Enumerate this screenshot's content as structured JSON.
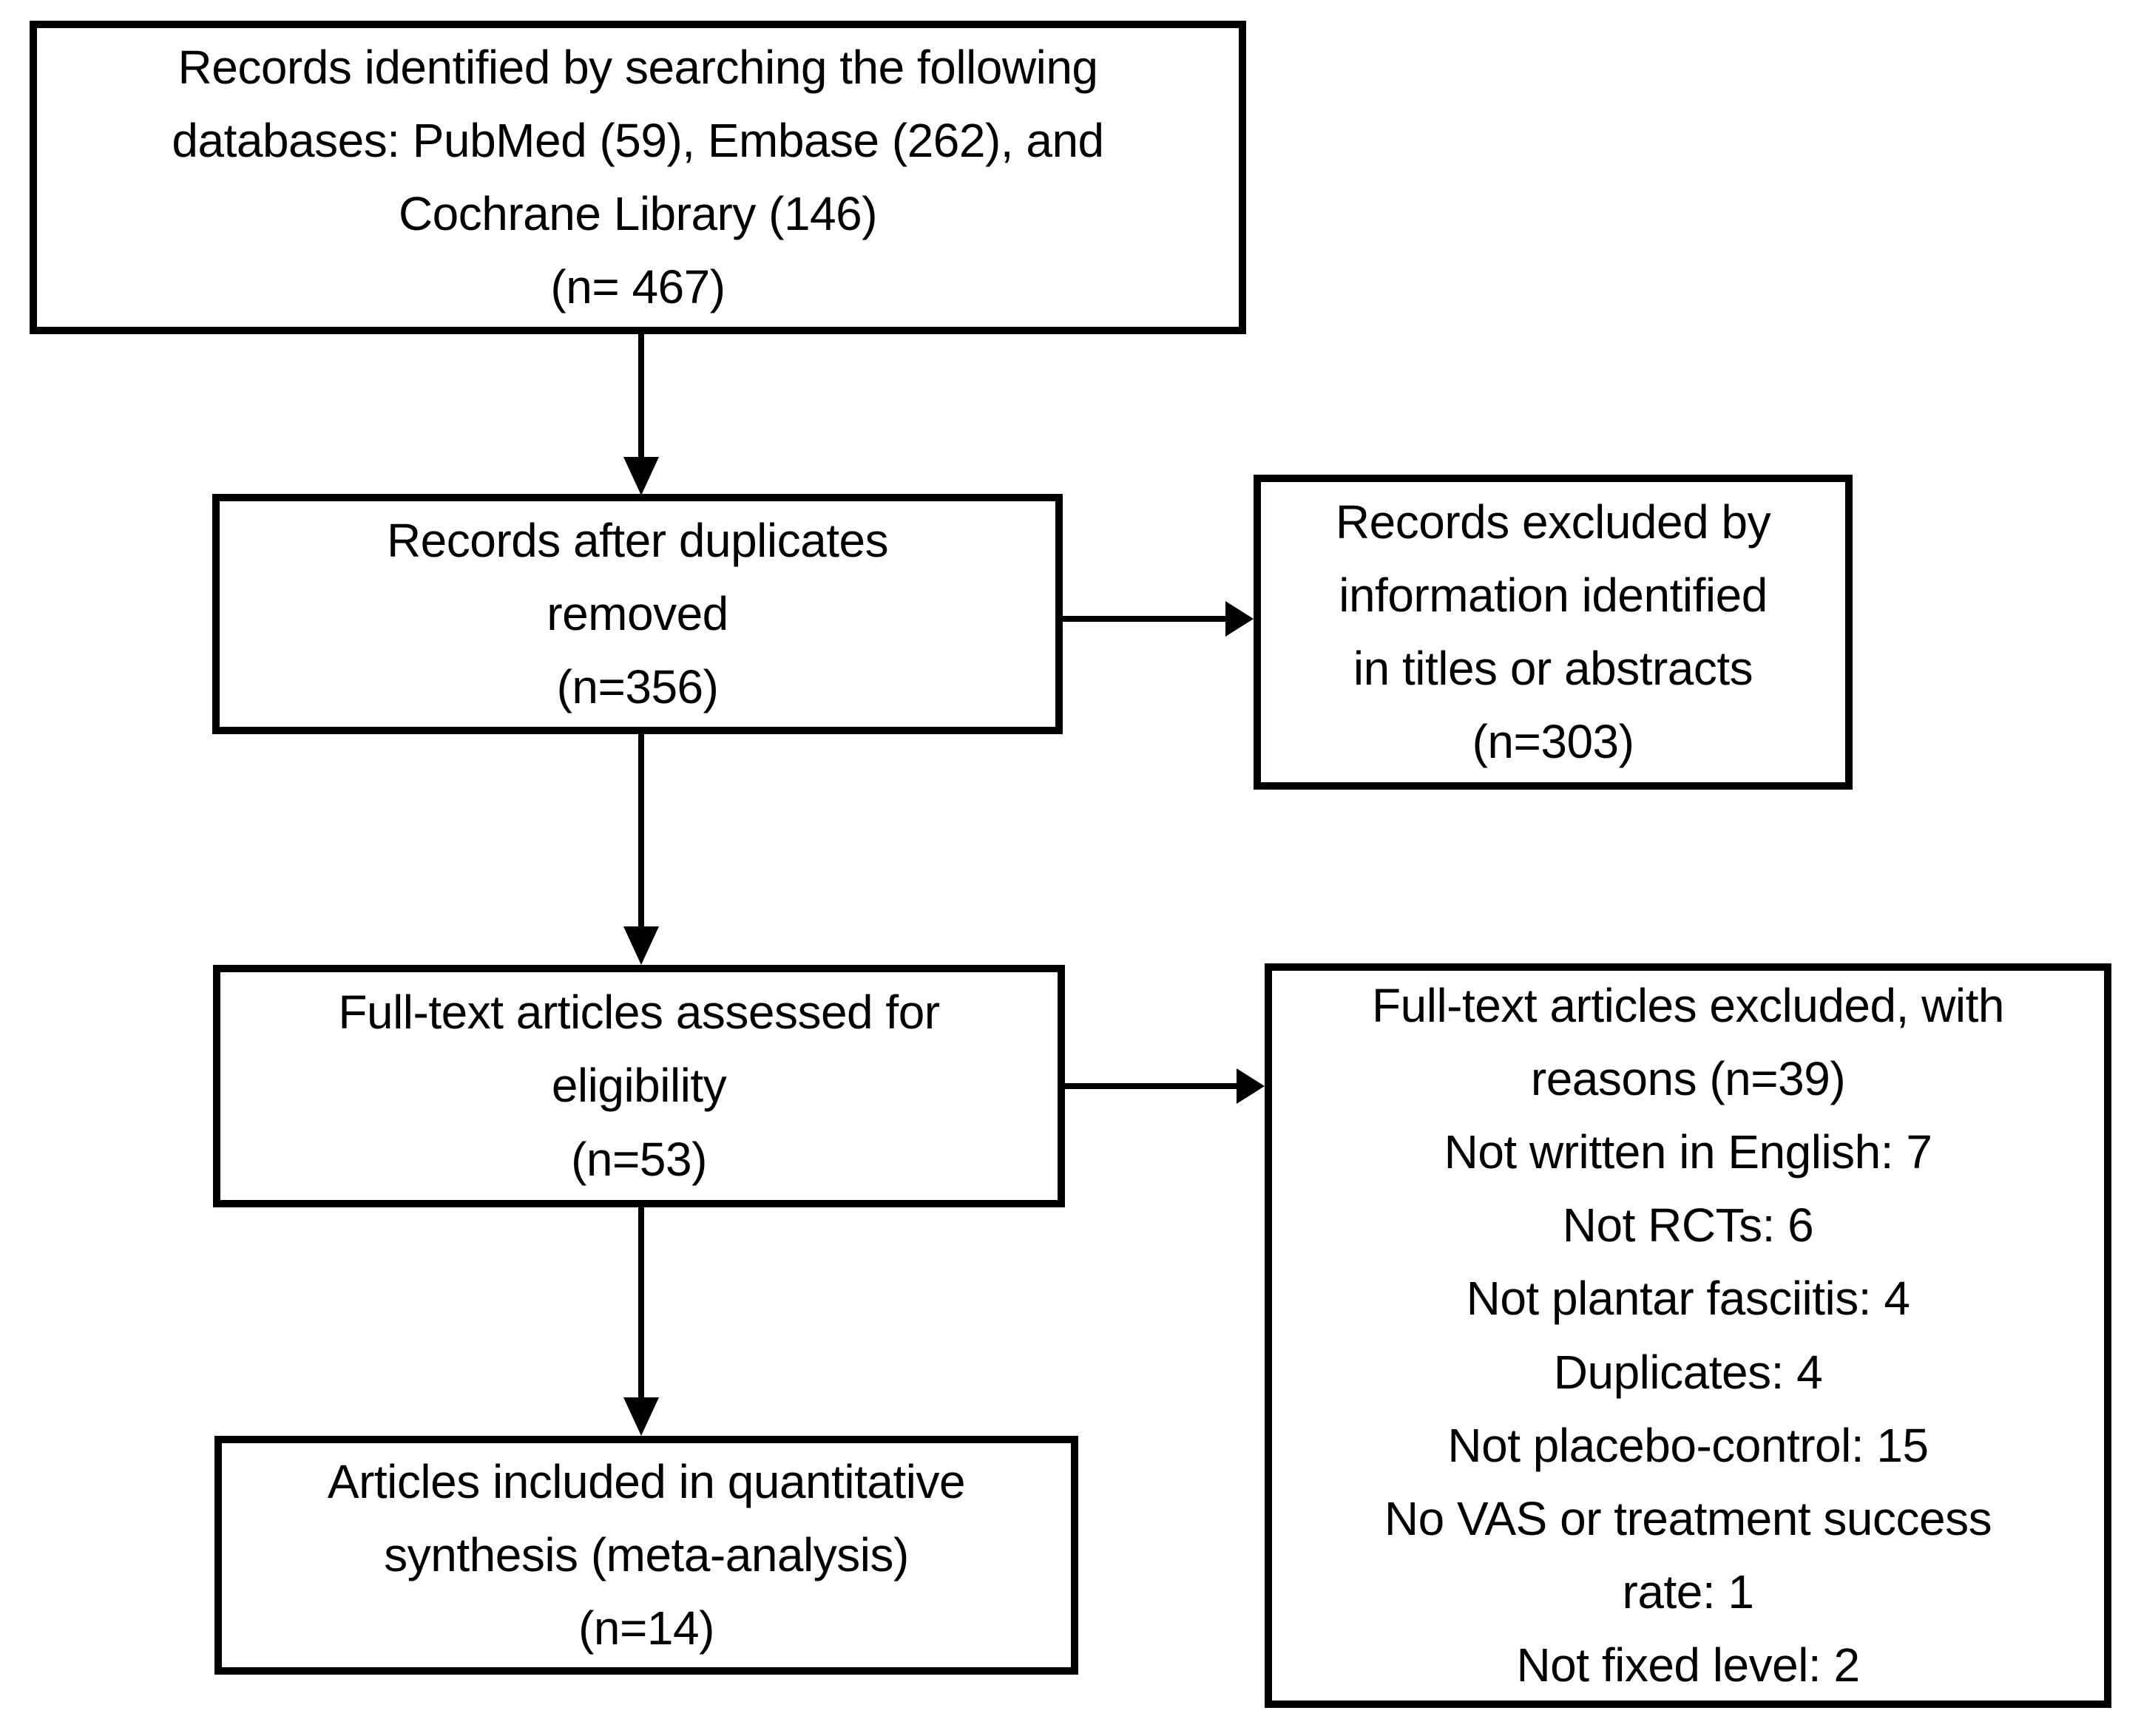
{
  "figure": {
    "background_color": "#ffffff",
    "line_color": "#000000"
  },
  "boxes": {
    "identification": {
      "text": "Records identified by searching the following\ndatabases: PubMed (59), Embase (262), and\nCochrane Library (146)\n(n= 467)"
    },
    "dedup": {
      "text": "Records after duplicates\nremoved\n(n=356)"
    },
    "title_abstract_excluded": {
      "text": "Records excluded by\ninformation identified\nin titles or abstracts\n(n=303)"
    },
    "fulltext_assessed": {
      "text": "Full-text articles assessed for\neligibility\n(n=53)"
    },
    "fulltext_excluded": {
      "text": "Full-text articles excluded, with\nreasons (n=39)\nNot written in English: 7\nNot RCTs: 6\nNot plantar fasciitis: 4\nDuplicates: 4\nNot placebo-control: 15\nNo VAS or treatment success\nrate: 1\nNot fixed level: 2"
    },
    "included": {
      "text": "Articles included in quantitative\nsynthesis (meta-analysis)\n(n=14)"
    }
  }
}
